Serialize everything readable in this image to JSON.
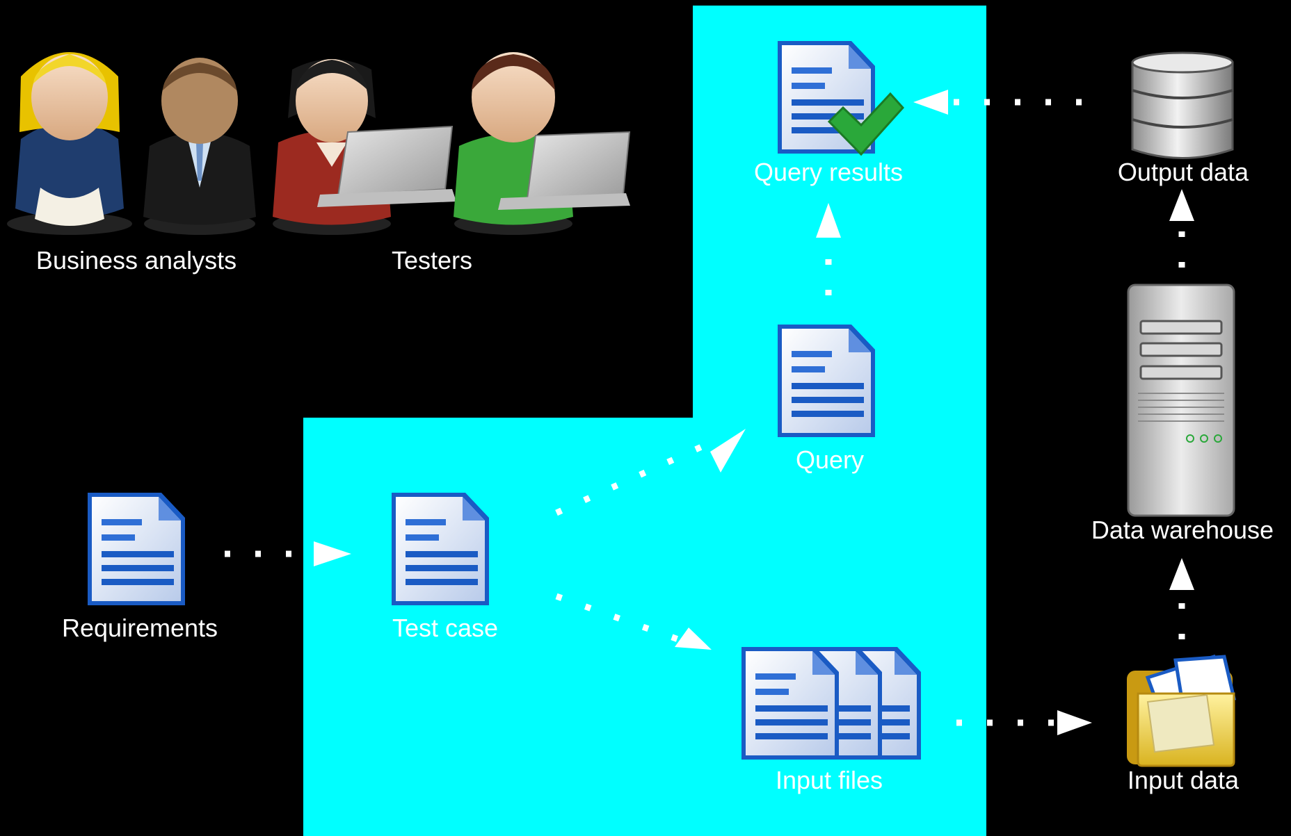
{
  "colors": {
    "background": "#000000",
    "test_region": "#00ffff",
    "connector": "#ffffff",
    "document_blue": "#1a5bc4",
    "checkmark": "#2aa83a"
  },
  "people": {
    "group_1_label": "Business analysts",
    "group_2_label": "Testers"
  },
  "nodes": {
    "requirements": "Requirements",
    "test_case": "Test case",
    "query": "Query",
    "query_results": "Query results",
    "input_files": "Input files",
    "input_data": "Input data",
    "data_warehouse": "Data warehouse",
    "output_data": "Output data"
  },
  "icons": {
    "requirements": "document-icon",
    "test_case": "document-icon",
    "query": "document-icon",
    "query_results": "document-check-icon",
    "input_files": "documents-stack-icon",
    "input_data": "folder-icon",
    "data_warehouse": "server-icon",
    "output_data": "database-icon"
  }
}
